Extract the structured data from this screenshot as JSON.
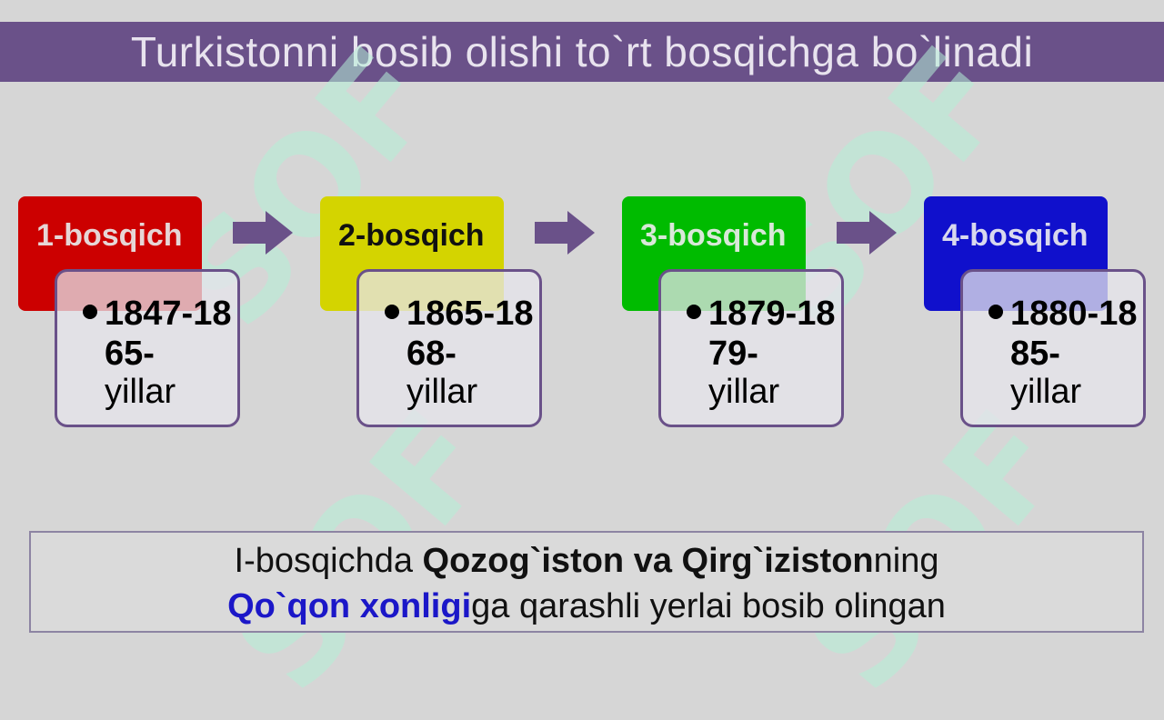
{
  "title": "Turkistonni bosib olishi to`rt bosqichga bo`linadi",
  "watermark": "SOF",
  "stages": [
    {
      "label": "1-bosqich",
      "years": "1847-1865-",
      "unit": "yillar",
      "color": "#cc0000",
      "text_color": "#e6d6d6"
    },
    {
      "label": "2-bosqich",
      "years": "1865-1868-",
      "unit": "yillar",
      "color": "#d4d400",
      "text_color": "#111111"
    },
    {
      "label": "3-bosqich",
      "years": "1879-1879-",
      "unit": "yillar",
      "color": "#00bb00",
      "text_color": "#d8e8d8"
    },
    {
      "label": "4-bosqich",
      "years": "1880-1885-",
      "unit": "yillar",
      "color": "#1010cc",
      "text_color": "#d8d8ee"
    }
  ],
  "summary": {
    "line1_a": "I-bosqichda ",
    "line1_b": "Qozog`iston va Qirg`iziston",
    "line1_c": "ning",
    "line2_a": "Qo`qon xonligi",
    "line2_b": "ga qarashli yerlai bosib olingan"
  },
  "colors": {
    "title_bar": "#6a5189",
    "arrow": "#6a5189",
    "highlight_blue": "#1b17c8"
  }
}
